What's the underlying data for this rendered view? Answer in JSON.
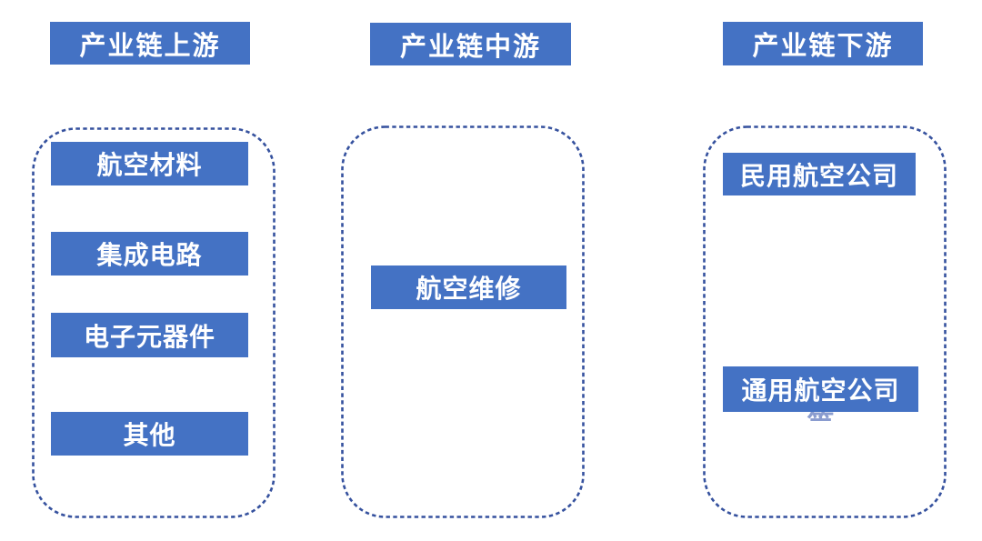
{
  "diagram": {
    "title_semantic": "aviation-industry-chain",
    "columns": [
      {
        "header": "产业链上游",
        "items": [
          "航空材料",
          "集成电路",
          "电子元器件",
          "其他"
        ]
      },
      {
        "header": "产业链中游",
        "items": [
          "航空维修"
        ]
      },
      {
        "header": "产业链下游",
        "items": [
          "民用航空公司",
          "通用航空公司"
        ]
      }
    ],
    "clipped_char": "等",
    "colors": {
      "node_fill": "#4472C4",
      "node_text": "#FFFFFF",
      "dash_border": "#35519E",
      "background": "#FFFFFF"
    }
  }
}
